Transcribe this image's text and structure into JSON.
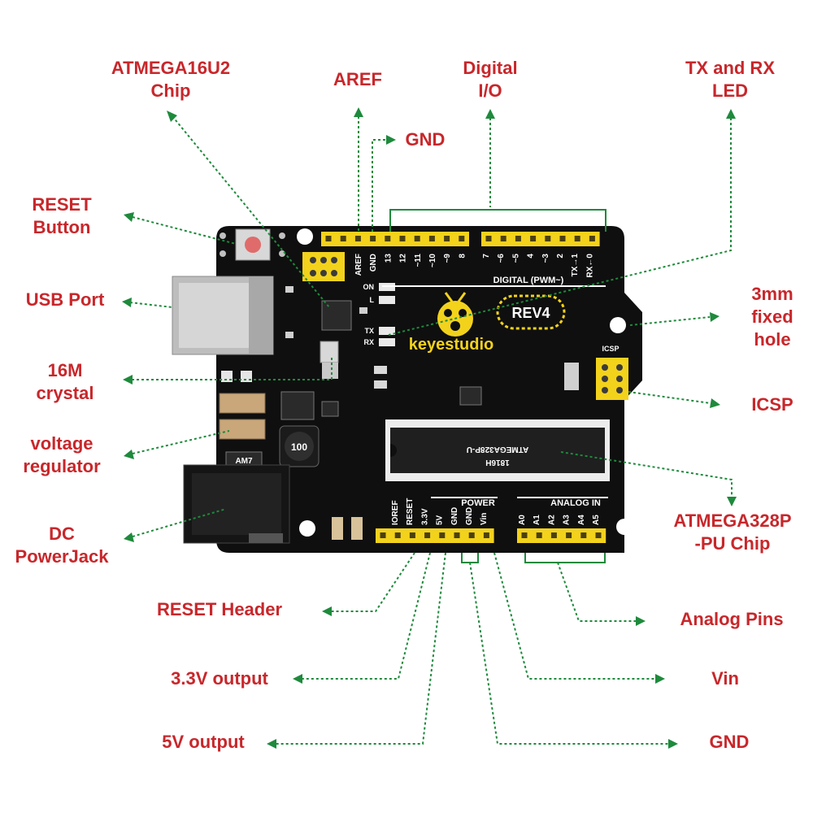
{
  "labels": {
    "atmega16u2": [
      "ATMEGA16U2",
      "Chip"
    ],
    "aref": [
      "AREF"
    ],
    "digital_io": [
      "Digital",
      "I/O"
    ],
    "tx_rx_led": [
      "TX and RX",
      "LED"
    ],
    "gnd_top": [
      "GND"
    ],
    "reset_button": [
      "RESET",
      "Button"
    ],
    "usb_port": [
      "USB Port"
    ],
    "crystal": [
      "16M",
      "crystal"
    ],
    "voltage_regulator": [
      "voltage",
      "regulator"
    ],
    "dc_powerjack": [
      "DC",
      "PowerJack"
    ],
    "fixed_hole": [
      "3mm",
      "fixed",
      "hole"
    ],
    "icsp": [
      "ICSP"
    ],
    "atmega328p": [
      "ATMEGA328P",
      "-PU Chip"
    ],
    "reset_header": [
      "RESET Header"
    ],
    "output_3v3": [
      "3.3V output"
    ],
    "output_5v": [
      "5V output"
    ],
    "analog_pins": [
      "Analog Pins"
    ],
    "vin": [
      "Vin"
    ],
    "gnd_bottom": [
      "GND"
    ]
  },
  "board": {
    "brand": "keyestudio",
    "revision": "REV4",
    "digital_caption": "DIGITAL (PWM~)",
    "power_caption": "POWER",
    "analog_caption": "ANALOG IN",
    "icsp_caption": "ICSP",
    "top_pins_left": [
      "AREF",
      "GND",
      "13",
      "12",
      "~11",
      "~10",
      "~9",
      "8"
    ],
    "top_pins_right": [
      "7",
      "~6",
      "~5",
      "4",
      "~3",
      "2",
      "TX→1",
      "RX←0"
    ],
    "power_pins": [
      "IOREF",
      "RESET",
      "3.3V",
      "5V",
      "GND",
      "GND",
      "Vin"
    ],
    "analog_pins": [
      "A0",
      "A1",
      "A2",
      "A3",
      "A4",
      "A5"
    ],
    "led_labels": [
      "ON",
      "L",
      "TX",
      "RX"
    ],
    "chip_marking": [
      "ATMEGA328P-U",
      "1816H"
    ],
    "inductor_marking": "100",
    "regulator_marking": "AM7"
  },
  "colors": {
    "label": "#c8272b",
    "leader": "#1e8a3c",
    "pcb": "#0f0f0f",
    "header": "#f3d21c",
    "silkscreen": "#ffffff"
  }
}
